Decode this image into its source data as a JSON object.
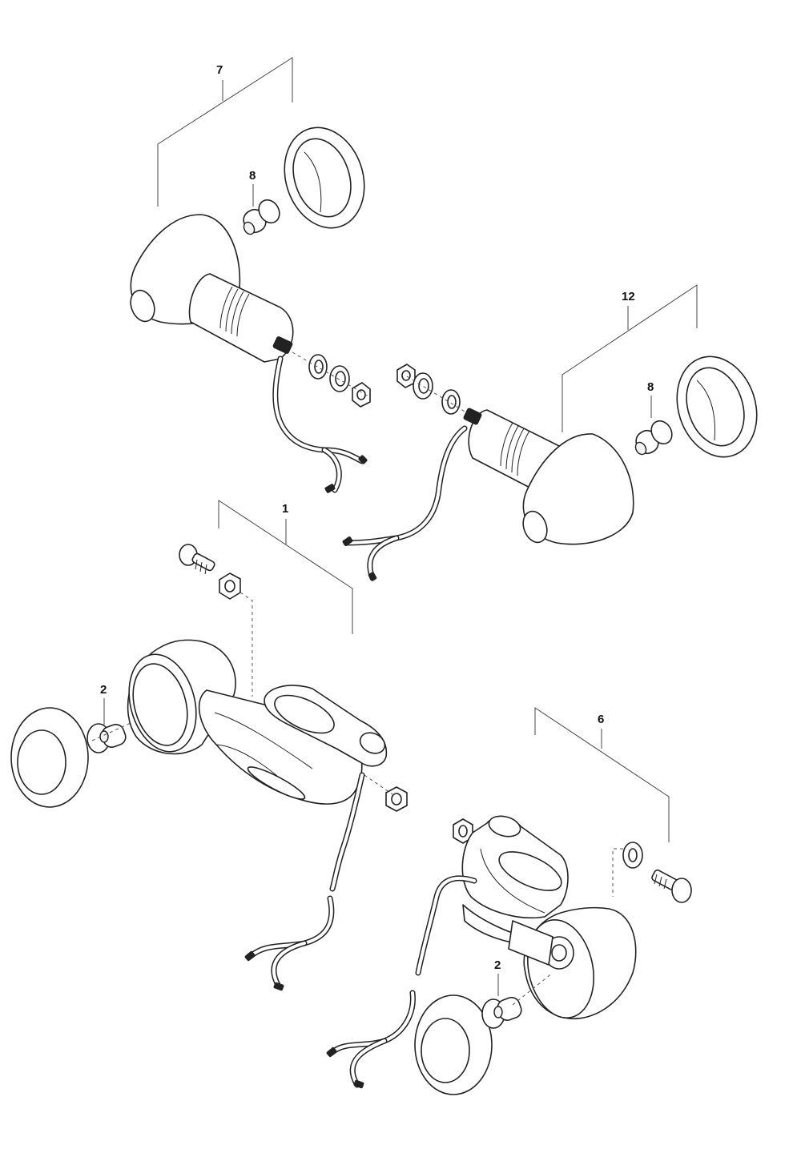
{
  "diagram": {
    "labels": {
      "part_7": "7",
      "part_8_top": "8",
      "part_12": "12",
      "part_8_right": "8",
      "part_1": "1",
      "part_2_left": "2",
      "part_6": "6",
      "part_2_bottom": "2"
    }
  }
}
